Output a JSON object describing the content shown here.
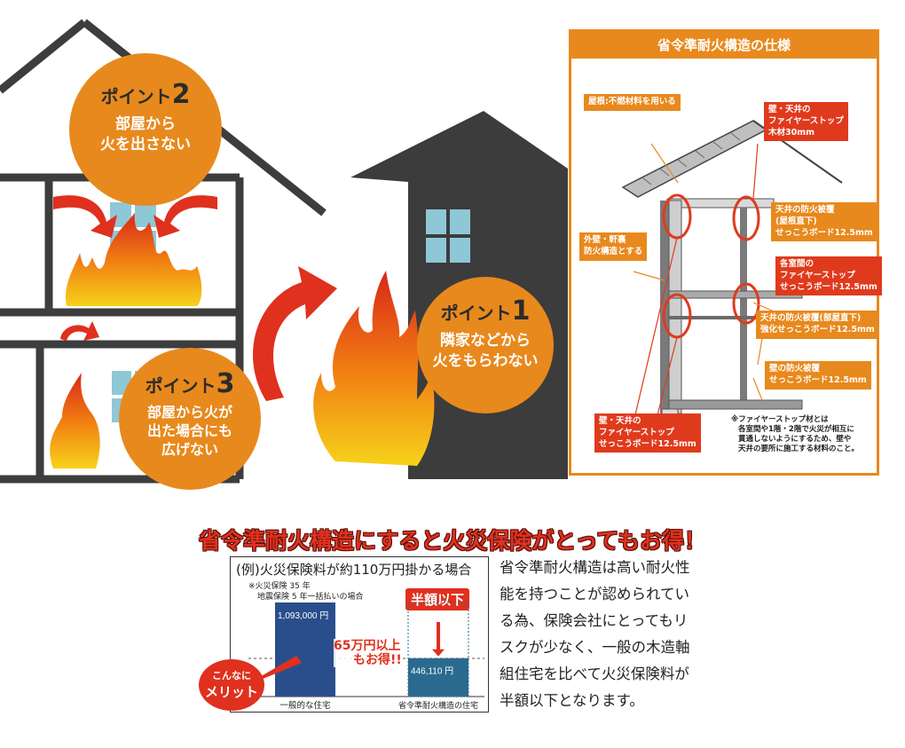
{
  "points": {
    "p1": {
      "head": "ポイント",
      "num": "1",
      "lines": [
        "隣家などから",
        "火をもらわない"
      ]
    },
    "p2": {
      "head": "ポイント",
      "num": "2",
      "lines": [
        "部屋から",
        "火を出さない"
      ]
    },
    "p3": {
      "head": "ポイント",
      "num": "3",
      "lines": [
        "部屋から火が",
        "出た場合にも",
        "広げない"
      ]
    }
  },
  "spec": {
    "title": "省令準耐火構造の仕様",
    "roof": "屋根:不燃材料を用いる",
    "fs_wood": [
      "壁・天井の",
      "ファイヤーストップ",
      "木材30mm"
    ],
    "ceiling1": [
      "天井の防火被覆",
      "(屋根直下)",
      "せっこうボード12.5mm"
    ],
    "outer_wall": [
      "外壁・軒裏",
      "防火構造とする"
    ],
    "fs_rooms": [
      "各室間の",
      "ファイヤーストップ",
      "せっこうボード12.5mm"
    ],
    "ceiling2": [
      "天井の防火被覆(部屋直下)",
      "強化せっこうボード12.5mm"
    ],
    "wall": [
      "壁の防火被覆",
      "せっこうボード12.5mm"
    ],
    "fs_board": [
      "壁・天井の",
      "ファイヤーストップ",
      "せっこうボード12.5mm"
    ],
    "note": [
      "※ファイヤーストップ材とは",
      "各室間や1階・2階で火災が相互に",
      "貫通しないようにするため、壁や",
      "天井の要所に施工する材料のこと。"
    ]
  },
  "banner": "省令準耐火構造にすると火災保険がとってもお得！",
  "example": {
    "title": "(例)火災保険料が約110万円掛かる場合",
    "note1": "※火災保険 35 年",
    "note2": "地震保険 5 年一括払いの場合",
    "half_badge": "半額以下",
    "savings_line1": "65万円以上",
    "savings_line2": "もお得!!",
    "merit_line1": "こんなに",
    "merit_line2": "メリット"
  },
  "chart_data": {
    "type": "bar",
    "categories": [
      "一般的な住宅",
      "省令準耐火構造の住宅"
    ],
    "values": [
      1093000,
      446110
    ],
    "value_labels": [
      "1,093,000 円",
      "446,110 円"
    ],
    "colors": [
      "#2a4e8c",
      "#2b6a8f"
    ]
  },
  "explanation": [
    "省令準耐火構造は高い耐火性",
    "能を持つことが認められてい",
    "る為、保険会社にとってもリ",
    "スクが少なく、一般の木造軸",
    "組住宅を比べて火災保険料が",
    "半額以下となります。"
  ]
}
